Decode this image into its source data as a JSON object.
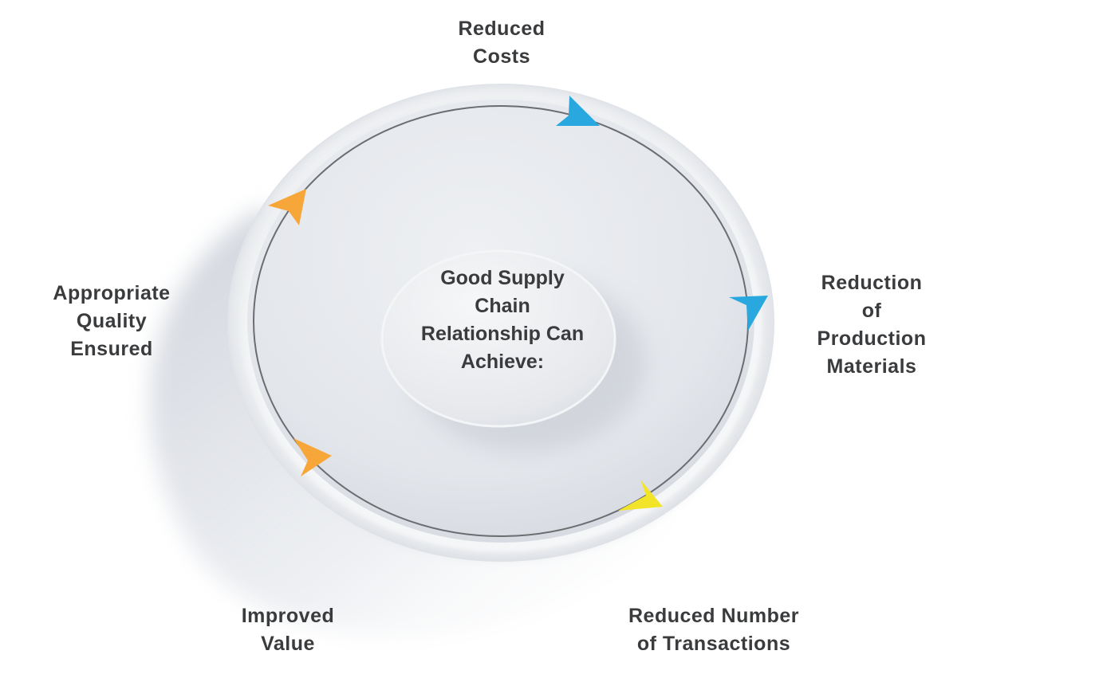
{
  "diagram": {
    "title": "Good Supply Chain Relationship Can Achieve:",
    "center_lines": [
      "Good Supply",
      "Chain",
      "Relationship Can",
      "Achieve:"
    ],
    "benefits": [
      {
        "id": "reduced-costs",
        "lines": [
          "Reduced",
          "Costs"
        ],
        "arrow_color": "#29a8e0",
        "arrow_icon": "arrow-right-icon"
      },
      {
        "id": "reduction-production-materials",
        "lines": [
          "Reduction",
          "of",
          "Production",
          "Materials"
        ],
        "arrow_color": "#29a8e0",
        "arrow_icon": "arrow-down-icon"
      },
      {
        "id": "reduced-number-transactions",
        "lines": [
          "Reduced Number",
          "of Transactions"
        ],
        "arrow_color": "#f2e529",
        "arrow_icon": "arrow-down-left-icon"
      },
      {
        "id": "improved-value",
        "lines": [
          "Improved",
          "Value"
        ],
        "arrow_color": "#f7a63a",
        "arrow_icon": "arrow-up-right-icon"
      },
      {
        "id": "appropriate-quality-ensured",
        "lines": [
          "Appropriate",
          "Quality",
          "Ensured"
        ],
        "arrow_color": "#f7a63a",
        "arrow_icon": "arrow-up-right-icon"
      }
    ],
    "colors": {
      "text": "#3a3b3d",
      "ring_line": "#6b6d70",
      "plate": "#e6e9ee",
      "arrow_blue": "#29a8e0",
      "arrow_yellow": "#f2e529",
      "arrow_orange": "#f7a63a"
    }
  }
}
